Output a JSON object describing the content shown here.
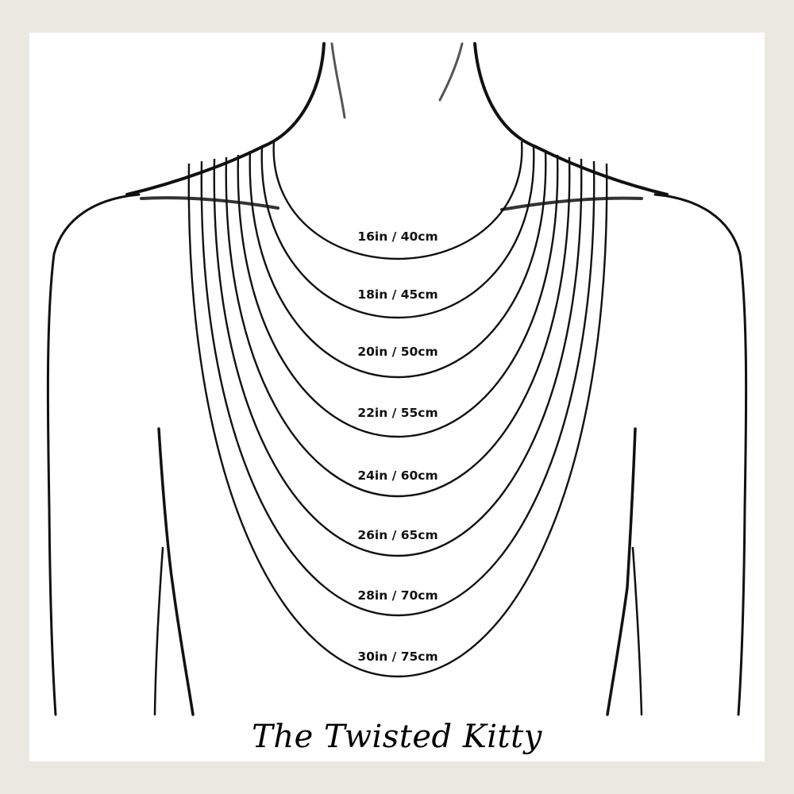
{
  "brand": {
    "name": "The Twisted Kitty"
  },
  "colors": {
    "frame": "#ebe8e1",
    "panel": "#ffffff",
    "ink": "#111111"
  },
  "lengths": [
    {
      "label": "16in / 40cm"
    },
    {
      "label": "18in / 45cm"
    },
    {
      "label": "20in / 50cm"
    },
    {
      "label": "22in / 55cm"
    },
    {
      "label": "24in / 60cm"
    },
    {
      "label": "26in / 65cm"
    },
    {
      "label": "28in / 70cm"
    },
    {
      "label": "30in / 75cm"
    }
  ]
}
